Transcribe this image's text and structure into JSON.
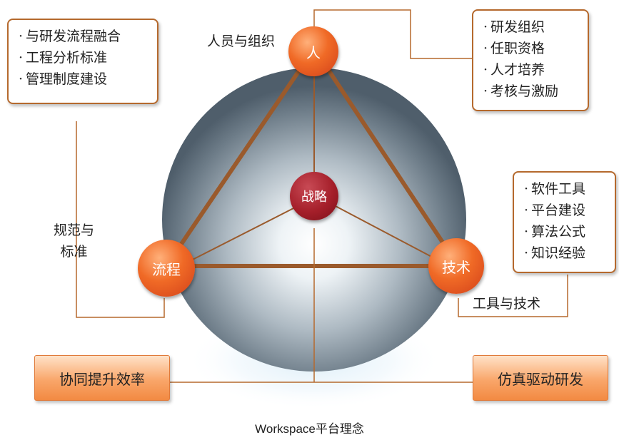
{
  "nodes": {
    "people": "人",
    "strategy": "战略",
    "process": "流程",
    "technology": "技术"
  },
  "labels": {
    "people_org": "人员与组织",
    "standards": "规范与\n标准",
    "tools_tech": "工具与技术"
  },
  "boxes": {
    "process_items": [
      "与研发流程融合",
      "工程分析标准",
      "管理制度建设"
    ],
    "people_items": [
      "研发组织",
      "任职资格",
      "人才培养",
      "考核与激励"
    ],
    "tech_items": [
      "软件工具",
      "平台建设",
      "算法公式",
      "知识经验"
    ]
  },
  "buttons": {
    "collaboration": "协同提升效率",
    "simulation": "仿真驱动研发"
  },
  "caption": "Workspace平台理念"
}
